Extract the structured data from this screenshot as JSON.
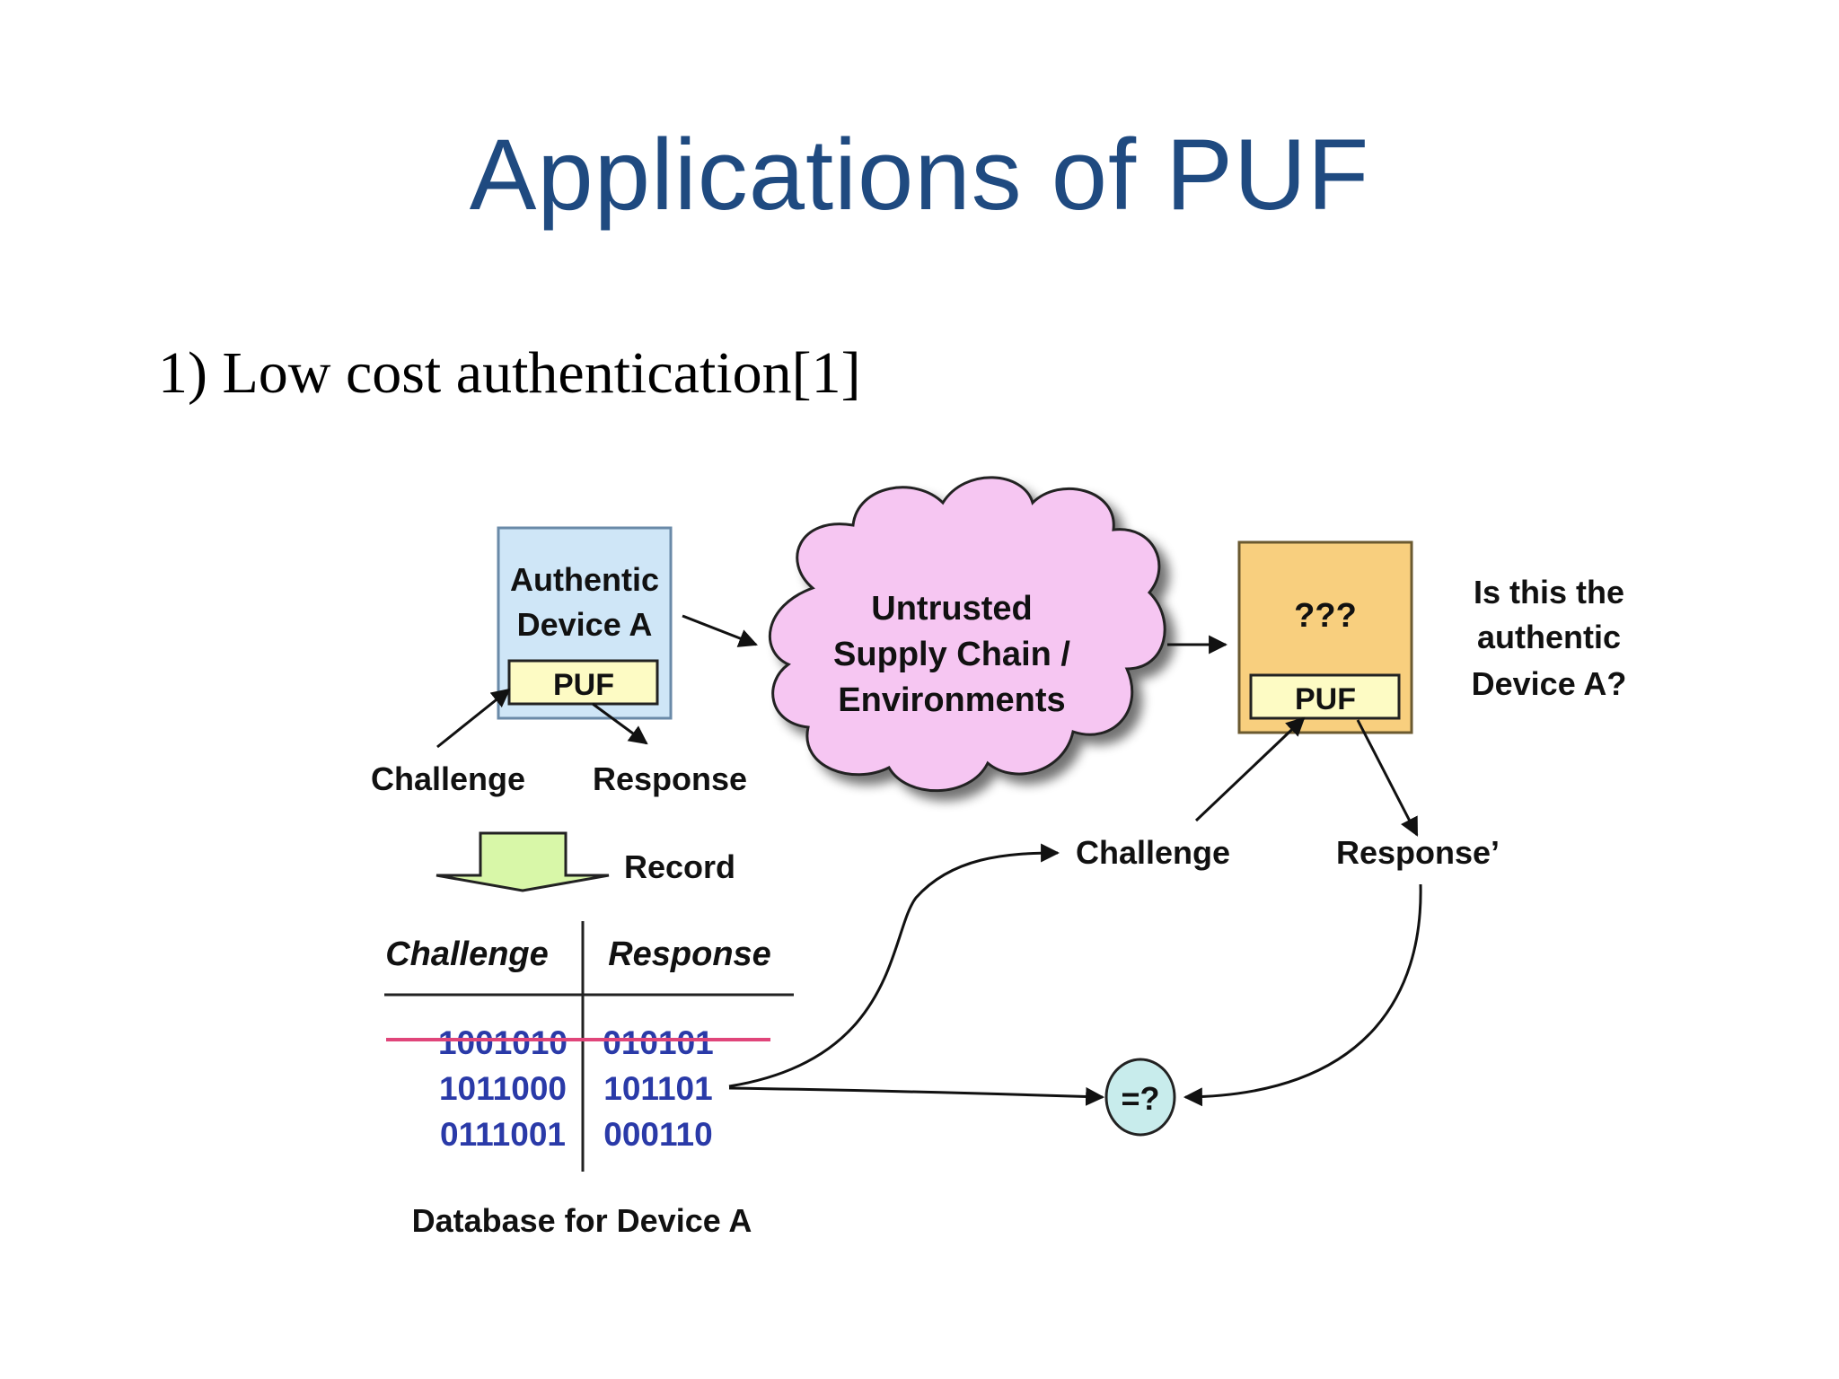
{
  "slide": {
    "title": "Applications of PUF",
    "subtitle": "1) Low cost authentication[1]"
  },
  "diagram": {
    "authentic_device": {
      "line1": "Authentic",
      "line2": "Device A",
      "puf": "PUF"
    },
    "left_challenge": "Challenge",
    "left_response": "Response",
    "record": "Record",
    "cloud": {
      "line1": "Untrusted",
      "line2": "Supply Chain /",
      "line3": "Environments"
    },
    "unknown_device": {
      "label": "???",
      "puf": "PUF"
    },
    "question": {
      "line1": "Is this the",
      "line2": "authentic",
      "line3": "Device A?"
    },
    "right_challenge": "Challenge",
    "right_response": "Response’",
    "compare": "=?",
    "database": {
      "col_challenge": "Challenge",
      "col_response": "Response",
      "rows": [
        {
          "challenge": "1001010",
          "response": "010101",
          "used": true
        },
        {
          "challenge": "1011000",
          "response": "101101",
          "used": false
        },
        {
          "challenge": "0111001",
          "response": "000110",
          "used": false
        }
      ],
      "caption": "Database for Device A"
    },
    "colors": {
      "device_fill": "#cfe6f7",
      "puf_fill": "#fdfbc4",
      "cloud_fill": "#f6c6f2",
      "unknown_fill": "#f8cf7e",
      "record_arrow": "#d8f7a8",
      "compare_fill": "#c8ecec",
      "strike": "#e0457a",
      "binary": "#2a3aa8",
      "title": "#1f4a80"
    }
  }
}
